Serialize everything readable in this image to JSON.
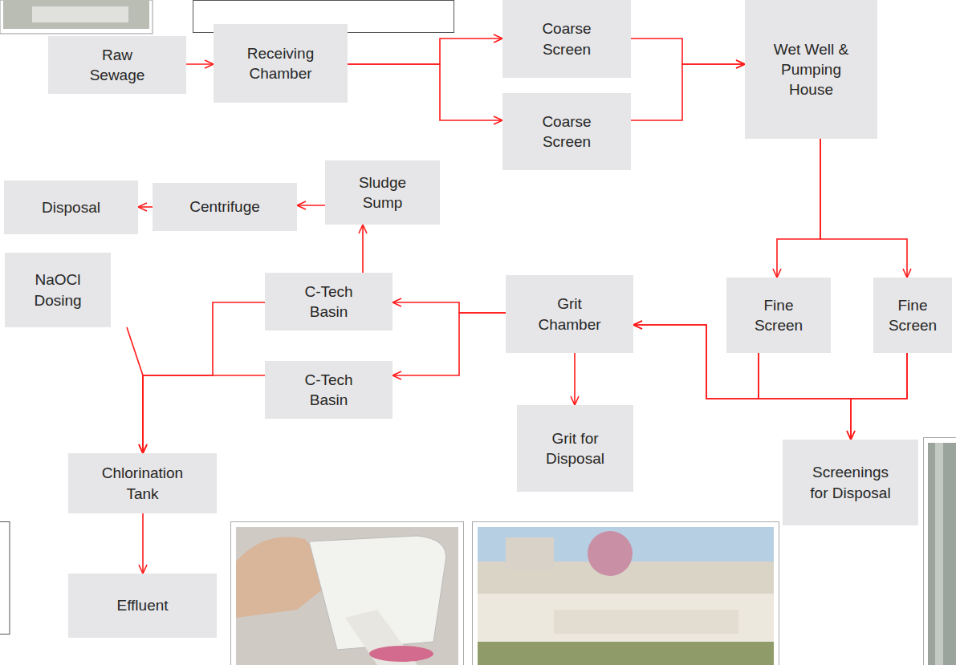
{
  "diagram": {
    "nodes": [
      {
        "text": [
          "Raw Sewage"
        ]
      },
      {
        "text": [
          "Receiving Chamber"
        ]
      },
      {
        "text": [
          "Coarse Screen"
        ]
      },
      {
        "text": [
          "Coarse Screen"
        ]
      },
      {
        "text": [
          "Wet Well & Pumping House"
        ]
      },
      {
        "text": [
          "Sludge Sump"
        ]
      },
      {
        "text": [
          "Disposal"
        ]
      },
      {
        "text": [
          "Centrifuge"
        ]
      },
      {
        "text": [
          "NaOCl Dosing"
        ]
      },
      {
        "text": [
          "C-Tech Basin"
        ]
      },
      {
        "text": [
          "C-Tech Basin"
        ]
      },
      {
        "text": [
          "Grit Chamber"
        ]
      },
      {
        "text": [
          "Fine Screen"
        ]
      },
      {
        "text": [
          "Fine Screen"
        ]
      },
      {
        "text": [
          "Grit for Disposal"
        ]
      },
      {
        "text": [
          "Chlorination Tank"
        ]
      },
      {
        "text": [
          "Screenings for Disposal"
        ]
      },
      {
        "text": [
          "Effluent"
        ]
      }
    ],
    "edges": [
      {
        "from": 0,
        "to": 1,
        "arrow": "to"
      },
      {
        "from": 1,
        "to": 2,
        "arrow": "to"
      },
      {
        "from": 1,
        "to": 3,
        "arrow": "to"
      },
      {
        "from": 2,
        "to": 4,
        "arrow": "to"
      },
      {
        "from": 3,
        "to": 4,
        "arrow": "to"
      },
      {
        "from": 4,
        "to": 12,
        "arrow": "to"
      },
      {
        "from": 4,
        "to": 13,
        "arrow": "to"
      },
      {
        "from": 12,
        "to": 11,
        "arrow": "to"
      },
      {
        "from": 13,
        "to": 11,
        "arrow": "to"
      },
      {
        "from": 12,
        "to": 16,
        "arrow": "to"
      },
      {
        "from": 13,
        "to": 16,
        "arrow": "to"
      },
      {
        "from": 11,
        "to": 14,
        "arrow": "to"
      },
      {
        "from": 11,
        "to": 9,
        "arrow": "to"
      },
      {
        "from": 11,
        "to": 10,
        "arrow": "to"
      },
      {
        "from": 9,
        "to": 5,
        "arrow": "to"
      },
      {
        "from": 5,
        "to": 7,
        "arrow": "to"
      },
      {
        "from": 7,
        "to": 6,
        "arrow": "to"
      },
      {
        "from": 9,
        "to": 15,
        "arrow": "to"
      },
      {
        "from": 10,
        "to": 15,
        "arrow": "to"
      },
      {
        "from": 8,
        "to": 15,
        "arrow": "to"
      },
      {
        "from": 15,
        "to": 17,
        "arrow": "to"
      }
    ]
  }
}
